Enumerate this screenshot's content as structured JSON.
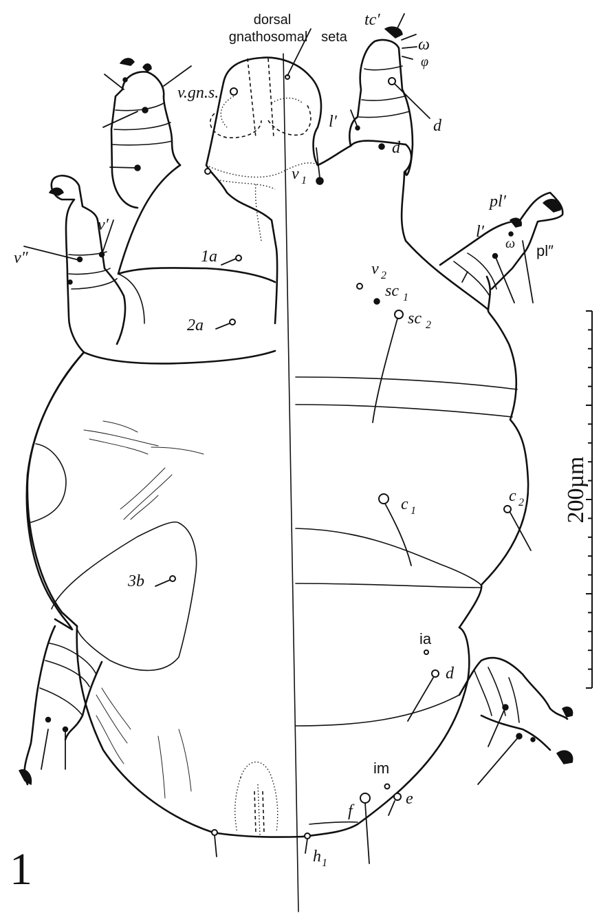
{
  "figure": {
    "number": "1",
    "header_label_line1": "dorsal",
    "header_label_line2": "gnathosomal",
    "header_label_line3": "seta",
    "scale_bar_label": "200µm"
  },
  "ventral_labels": {
    "v_gn_s": "v.gn.s.",
    "v_prime": "v′",
    "v_double_prime": "v″",
    "seta_1a": "1a",
    "seta_2a": "2a",
    "seta_3b": "3b"
  },
  "dorsal_labels": {
    "tc_prime": "tc′",
    "omega": "ω",
    "phi": "φ",
    "d_leg1_upper": "d",
    "d_leg1_lower": "d",
    "l_prime_leg1": "l′",
    "v1": "v",
    "v1_sub": "1",
    "pl_prime": "pl′",
    "l_prime_leg2": "l′",
    "omega_leg2": "ω",
    "pl_double_prime": "pl″",
    "v2": "v",
    "v2_sub": "2",
    "sc1": "sc",
    "sc1_sub": "1",
    "sc2": "sc",
    "sc2_sub": "2",
    "c1": "c",
    "c1_sub": "1",
    "c2": "c",
    "c2_sub": "2",
    "ia": "ia",
    "d_hyst": "d",
    "im": "im",
    "e": "e",
    "f": "f",
    "h1": "h",
    "h1_sub": "1"
  }
}
